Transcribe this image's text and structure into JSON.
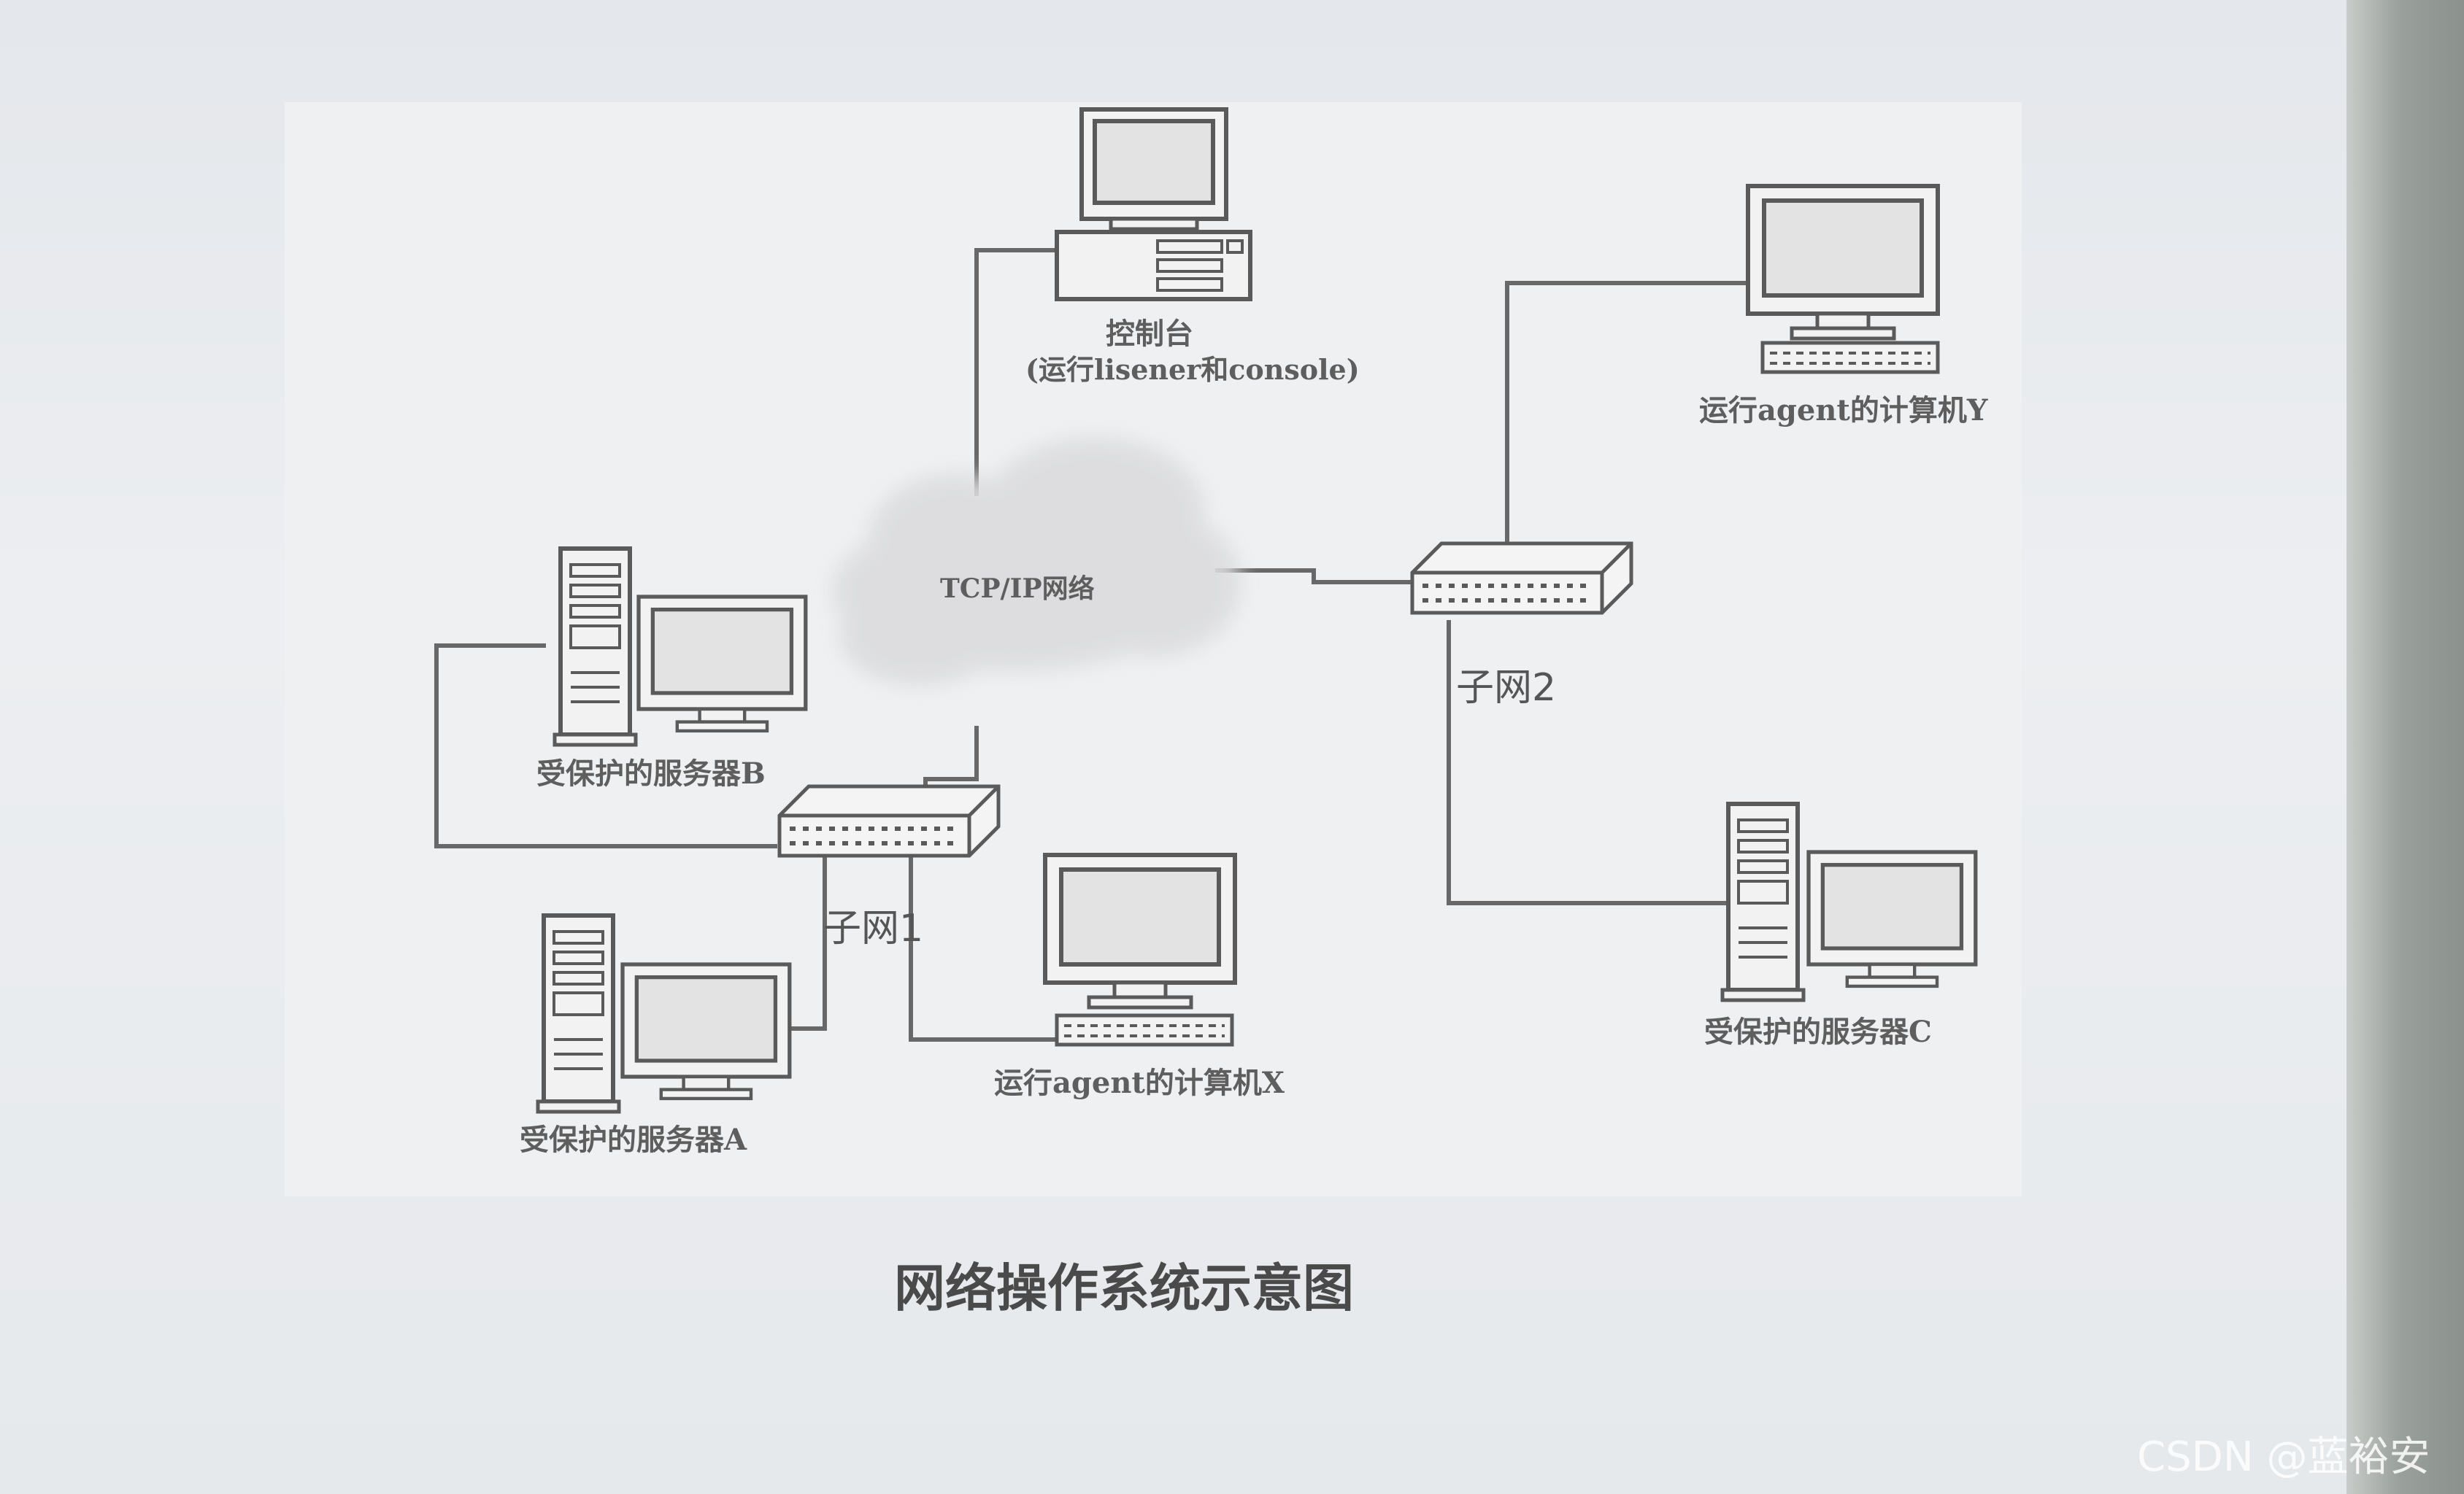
{
  "diagram": {
    "cloud_label": "TCP/IP网络",
    "console": {
      "title": "控制台",
      "subtitle": "(运行lisener和console)"
    },
    "agent_y": "运行agent的计算机Y",
    "agent_x": "运行agent的计算机X",
    "subnet_1": "子网1",
    "subnet_2": "子网2",
    "server_a": "受保护的服务器A",
    "server_b": "受保护的服务器B",
    "server_c": "受保护的服务器C",
    "caption": "网络操作系统示意图"
  },
  "watermark": "CSDN @蓝裕安",
  "colors": {
    "line": "#686868",
    "device_fill": "#f2f2f2",
    "device_stroke": "#5a5a5a",
    "screen_fill": "#e3e3e3",
    "cloud": "#dcdcde"
  },
  "icons": [
    "monitor-icon",
    "tower-icon",
    "hub-icon",
    "cloud-icon"
  ]
}
